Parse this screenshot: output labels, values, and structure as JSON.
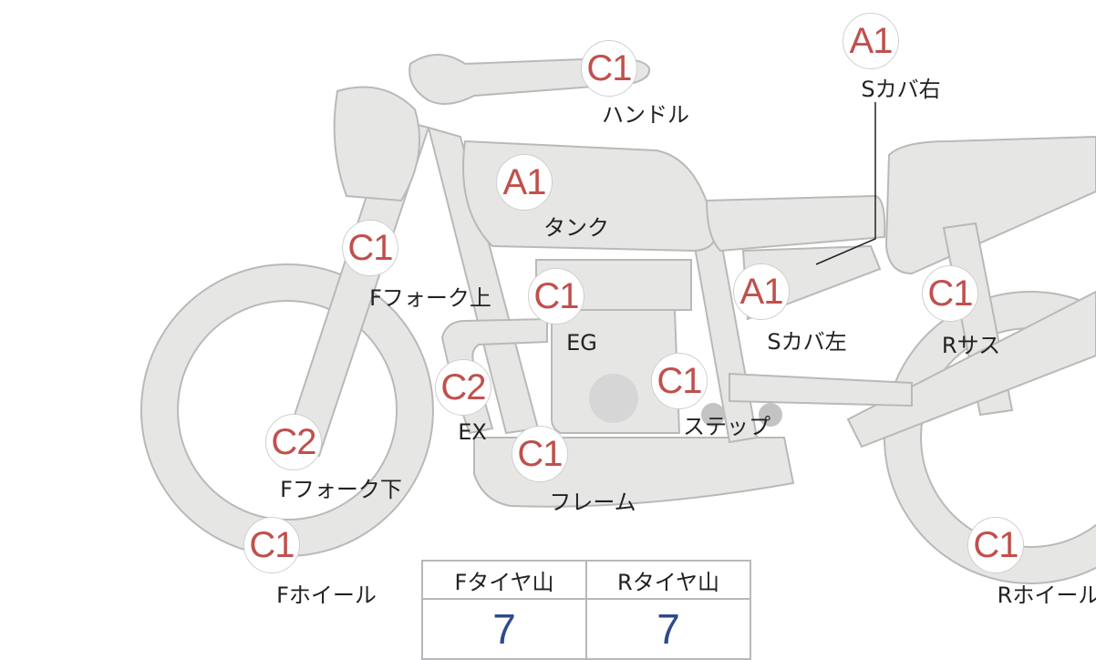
{
  "parts": [
    {
      "id": "handle",
      "grade": "C1",
      "label": "ハンドル"
    },
    {
      "id": "seat-cover-right",
      "grade": "A1",
      "label": "Sカバ右"
    },
    {
      "id": "tank",
      "grade": "A1",
      "label": "タンク"
    },
    {
      "id": "front-fork-upper",
      "grade": "C1",
      "label": "Fフォーク上"
    },
    {
      "id": "engine",
      "grade": "C1",
      "label": "EG"
    },
    {
      "id": "seat-cover-left",
      "grade": "A1",
      "label": "Sカバ左"
    },
    {
      "id": "rear-suspension",
      "grade": "C1",
      "label": "Rサス"
    },
    {
      "id": "exhaust",
      "grade": "C2",
      "label": "EX"
    },
    {
      "id": "step",
      "grade": "C1",
      "label": "ステップ"
    },
    {
      "id": "front-fork-lower",
      "grade": "C2",
      "label": "Fフォーク下"
    },
    {
      "id": "frame",
      "grade": "C1",
      "label": "フレーム"
    },
    {
      "id": "front-wheel",
      "grade": "C1",
      "label": "Fホイール"
    },
    {
      "id": "rear-wheel",
      "grade": "C1",
      "label": "Rホイール"
    }
  ],
  "tire_table": {
    "headers": [
      "Fタイヤ山",
      "Rタイヤ山"
    ],
    "values": [
      "7",
      "7"
    ]
  },
  "colors": {
    "grade": "#c0504d",
    "body": "#e6e6e4",
    "outline": "#b9b9b9",
    "tire_value": "#2e4a8c"
  }
}
